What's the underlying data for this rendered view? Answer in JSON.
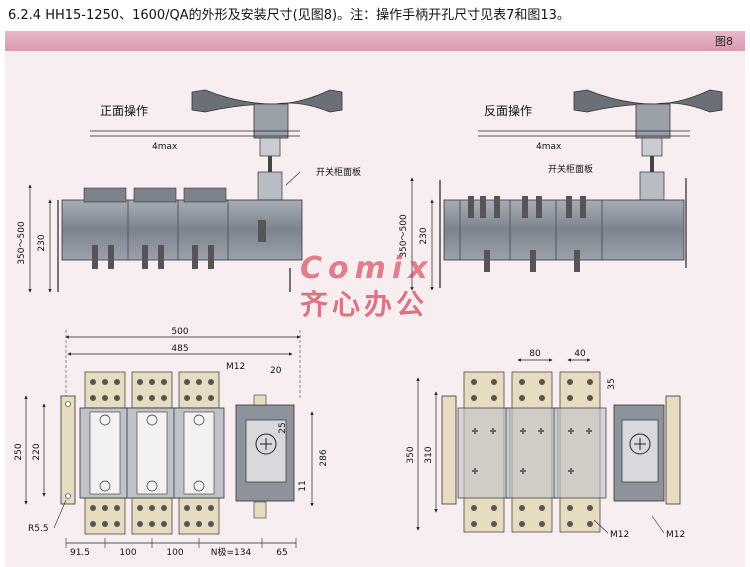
{
  "heading": "6.2.4 HH15-1250、1600/QA的外形及安装尺寸(见图8)。注：操作手柄开孔尺寸见表7和图13。",
  "figure_label": "图8",
  "front": {
    "title": "正面操作",
    "gap": "4max",
    "panel": "开关柜面板",
    "height_total": "350～500",
    "height_body": "230"
  },
  "back": {
    "title": "反面操作",
    "gap": "4max",
    "panel": "开关柜面板",
    "height_total": "350～500",
    "height_body": "230"
  },
  "watermark": {
    "brand": "Comix",
    "cn": "齐心办公"
  },
  "plan_front": {
    "w_total": "500",
    "w_inner": "485",
    "bolt": "M12",
    "d20": "20",
    "d25": "25",
    "d286": "286",
    "d11": "11",
    "h250": "250",
    "h220": "220",
    "radius": "R5.5",
    "b1": "91.5",
    "b2": "100",
    "b3": "100",
    "bN": "N极=134",
    "b65": "65"
  },
  "plan_back": {
    "w80": "80",
    "w40": "40",
    "d35": "35",
    "h350": "350",
    "h310": "310",
    "bolt1": "M12",
    "bolt2": "M12"
  },
  "colors": {
    "band": "#e0a6bc",
    "panel": "#f8eef2",
    "body": "#8a8f99",
    "terminal": "#e8dcc0",
    "watermark": "#cc2233"
  }
}
